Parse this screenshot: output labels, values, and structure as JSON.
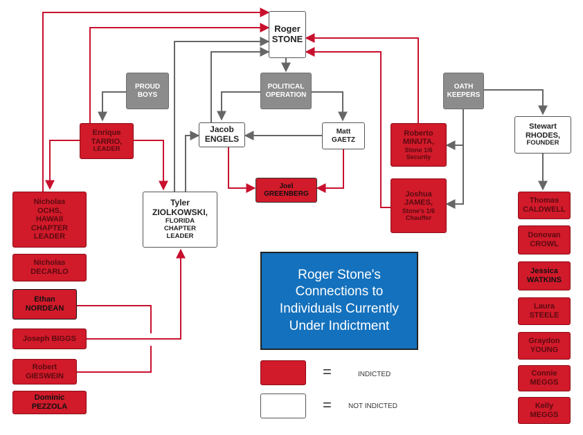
{
  "title": [
    "Roger Stone's",
    "Connections to",
    "Individuals Currently",
    "Under Indictment"
  ],
  "nodes": {
    "roger_stone": {
      "line1": "Roger",
      "line2": "STONE"
    },
    "proud_boys": {
      "line1": "PROUD",
      "line2": "BOYS"
    },
    "political_operation": {
      "line1": "POLITICAL",
      "line2": "OPERATION"
    },
    "oath_keepers": {
      "line1": "OATH",
      "line2": "KEEPERS"
    },
    "enrique_tarrio": {
      "line1": "Enrique",
      "line2": "TARRIO,",
      "line3": "LEADER"
    },
    "jacob_engels": {
      "line1": "Jacob",
      "line2": "ENGELS"
    },
    "matt_gaetz": {
      "line1": "Matt",
      "line2": "GAETZ"
    },
    "roberto_minuta": {
      "line1": "Roberto",
      "line2": "MINUTA,",
      "line3": "Stone 1/6",
      "line4": "Security"
    },
    "stewart_rhodes": {
      "line1": "Stewart",
      "line2": "RHODES,",
      "line3": "FOUNDER"
    },
    "joel_greenberg": {
      "line1": "Joel",
      "line2": "GREENBERG"
    },
    "joshua_james": {
      "line1": "Joshua",
      "line2": "JAMES,",
      "line3": "Stone's 1/6",
      "line4": "Chauffer"
    },
    "nicholas_ochs": {
      "line1": "Nicholas",
      "line2": "OCHS,",
      "line3": "HAWAII",
      "line4": "CHAPTER",
      "line5": "LEADER"
    },
    "tyler_ziolkowski": {
      "line1": "Tyler",
      "line2": "ZIOLKOWSKI,",
      "line3": "FLORIDA",
      "line4": "CHAPTER",
      "line5": "LEADER"
    },
    "thomas_caldwell": {
      "line1": "Thomas",
      "line2": "CALDWELL"
    },
    "nicholas_decarlo": {
      "line1": "Nicholas",
      "line2": "DECARLO"
    },
    "donovan_crowl": {
      "line1": "Donovan",
      "line2": "CROWL"
    },
    "ethan_nordean": {
      "line1": "Ethan",
      "line2": "NORDEAN"
    },
    "jessica_watkins": {
      "line1": "Jessica",
      "line2": "WATKINS"
    },
    "laura_steele": {
      "line1": "Laura",
      "line2": "STEELE"
    },
    "joseph_biggs": {
      "line1": "Joseph BIGGS"
    },
    "graydon_young": {
      "line1": "Graydon",
      "line2": "YOUNG"
    },
    "robert_gieswein": {
      "line1": "Robert",
      "line2": "GIESWEIN"
    },
    "connie_meggs": {
      "line1": "Connie",
      "line2": "MEGGS"
    },
    "dominic_pezzola": {
      "line1": "Dominic",
      "line2": "PEZZOLA"
    },
    "kelly_meggs": {
      "line1": "Kelly",
      "line2": "MEGGS"
    }
  },
  "legend": {
    "equals": "=",
    "indicted": "INDICTED",
    "not_indicted": "NOT INDICTED"
  },
  "colors": {
    "indicted": "#d11a2a",
    "not_indicted": "#ffffff",
    "group": "#8c8c8c",
    "title_box": "#1471bd",
    "red_edge": "#c8102e",
    "grey_edge": "#666666"
  }
}
